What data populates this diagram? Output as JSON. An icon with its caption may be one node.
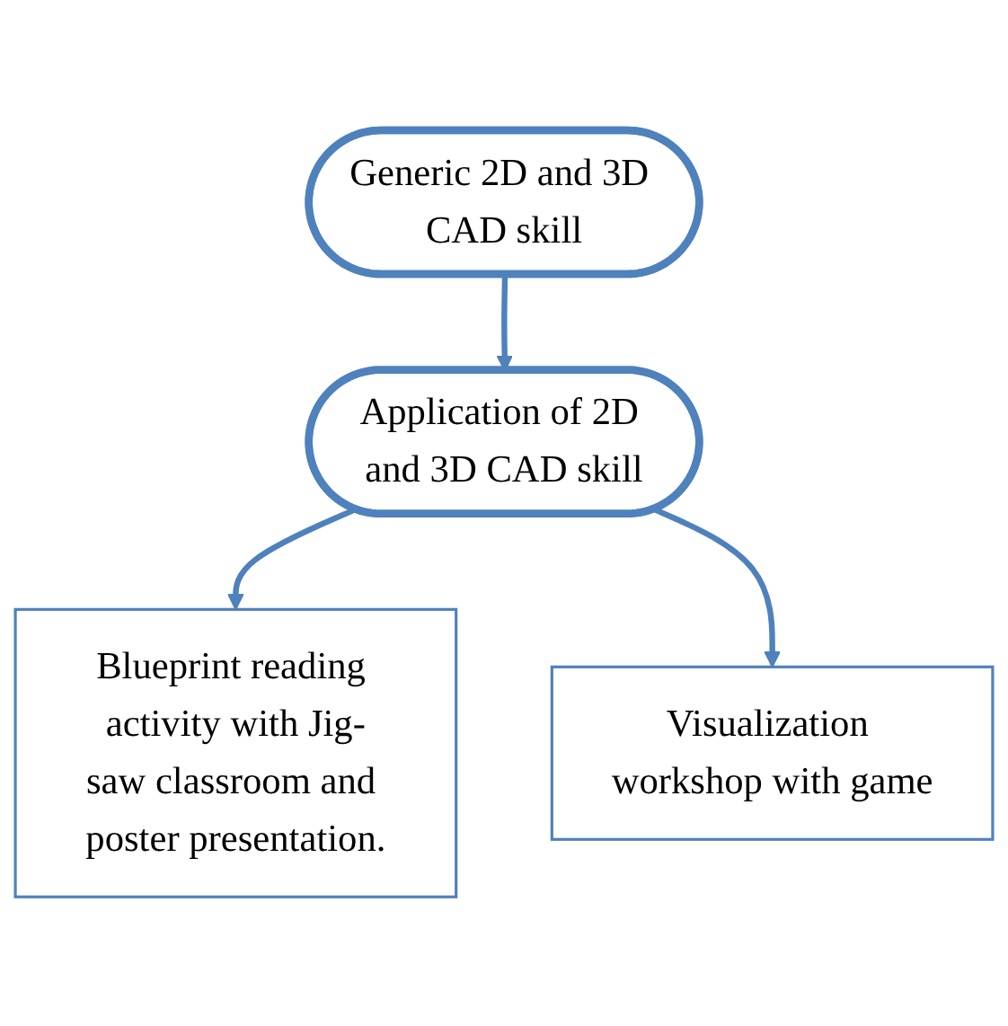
{
  "diagram": {
    "nodes": [
      {
        "text": [
          "Generic 2D and 3D CAD skill"
        ]
      },
      {
        "text": [
          "Application of 2D and 3D CAD skill"
        ]
      },
      {
        "text": [
          "Blueprint reading activity with Jig-saw classroom and poster presentation."
        ]
      },
      {
        "text": [
          "Visualization workshop with game"
        ]
      }
    ],
    "edges": [
      {
        "from": 0,
        "to": 1,
        "arrow": "to"
      },
      {
        "from": 1,
        "to": 2,
        "arrow": "to"
      },
      {
        "from": 1,
        "to": 3,
        "arrow": "to"
      }
    ]
  }
}
